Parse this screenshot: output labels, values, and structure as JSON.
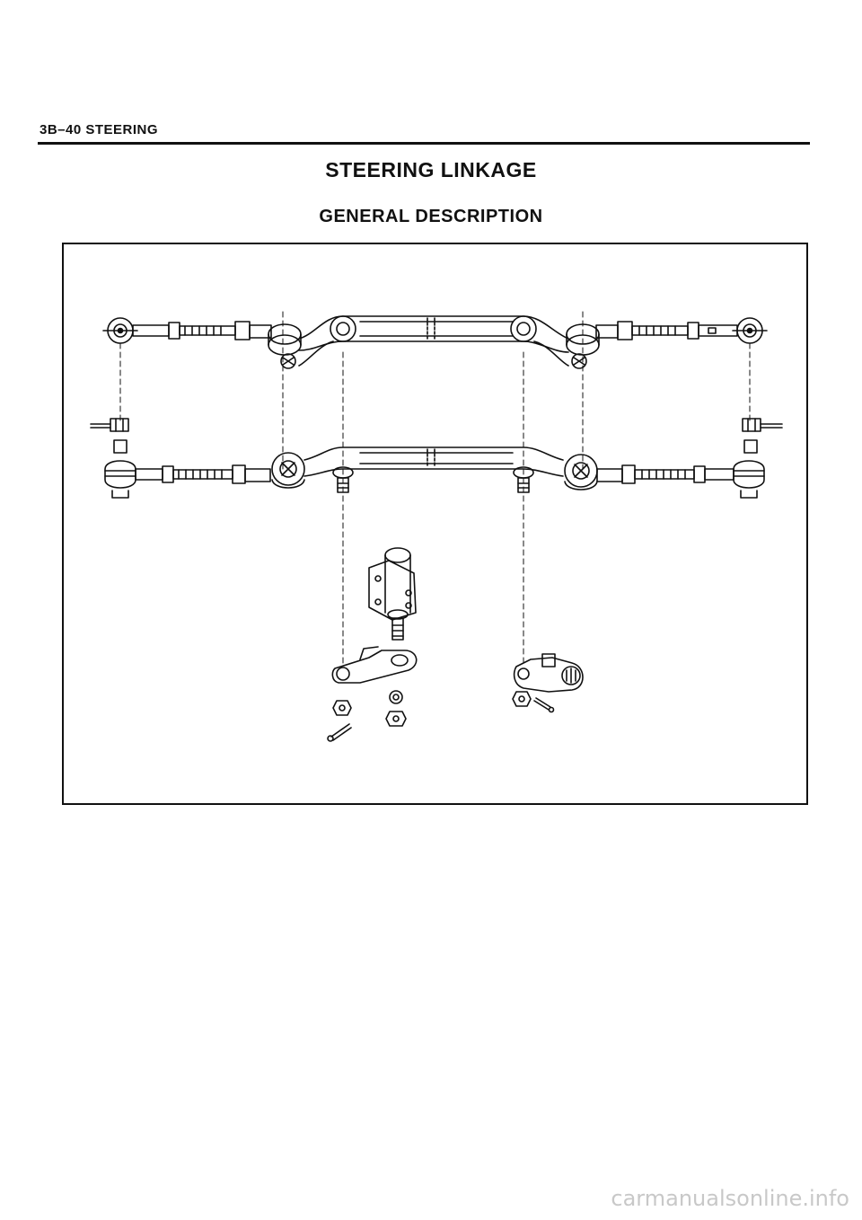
{
  "header": {
    "section": "3B–40 STEERING"
  },
  "title": "STEERING LINKAGE",
  "subtitle": "GENERAL DESCRIPTION",
  "figure": {
    "content": "exploded-view-steering-linkage"
  },
  "watermark": "carmanualsonline.info"
}
